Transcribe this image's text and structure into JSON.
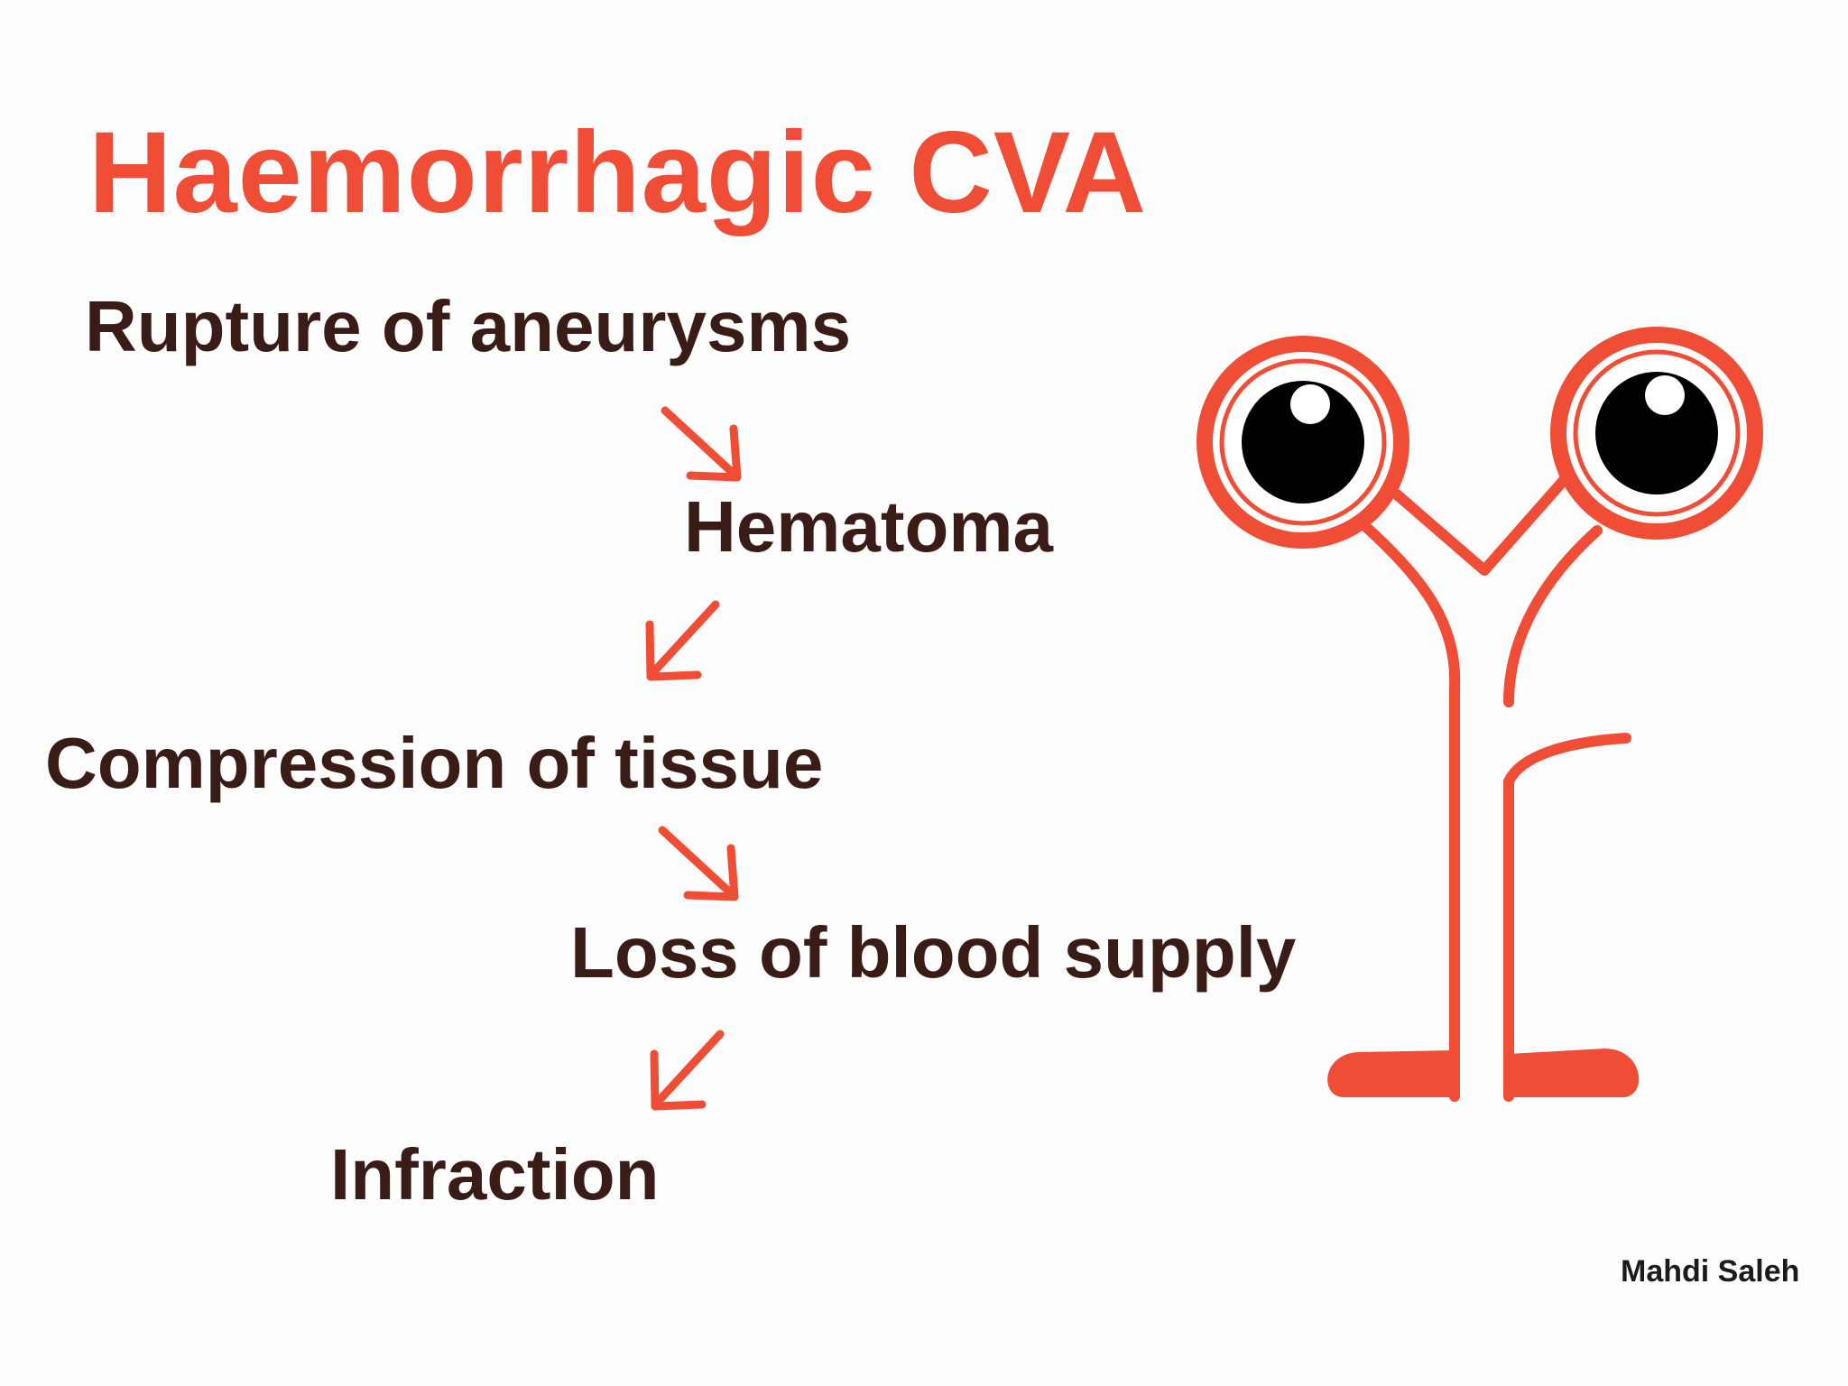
{
  "title": "Haemorrhagic CVA",
  "steps": [
    "Rupture of aneurysms",
    "Hematoma",
    "Compression of tissue",
    "Loss of blood supply",
    "Infraction"
  ],
  "arrows": [
    {
      "direction": "down-right"
    },
    {
      "direction": "down-left"
    },
    {
      "direction": "down-right"
    },
    {
      "direction": "down-left"
    }
  ],
  "signature": "Mahdi Saleh",
  "colors": {
    "accent": "#f04d36",
    "text": "#3a1c17",
    "background": "#fdfdfd",
    "pupil": "#000000"
  },
  "illustration": {
    "name": "cerebral-artery-with-aneurysms-illustration"
  }
}
